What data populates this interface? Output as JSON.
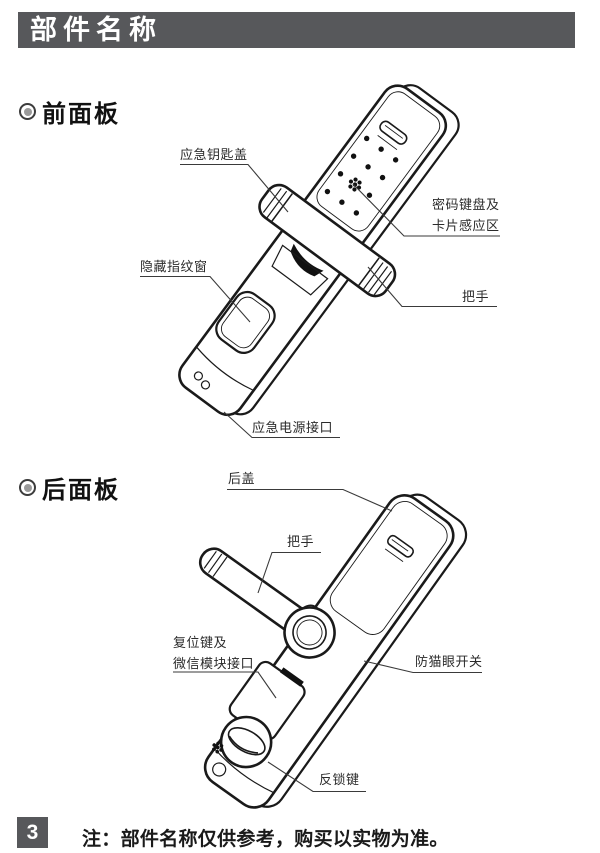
{
  "header": {
    "title": "部件名称"
  },
  "front_section": {
    "heading": "前面板",
    "labels": {
      "emergency_key_cover": "应急钥匙盖",
      "keypad_line1": "密码键盘及",
      "keypad_line2": "卡片感应区",
      "hidden_fingerprint_window": "隐藏指纹窗",
      "handle": "把手",
      "emergency_power_port": "应急电源接口"
    }
  },
  "back_section": {
    "heading": "后面板",
    "labels": {
      "back_cover": "后盖",
      "handle": "把手",
      "reset_line1": "复位键及",
      "reset_line2": "微信模块接口",
      "anti_peephole_switch": "防猫眼开关",
      "anti_lock_button": "反锁键"
    }
  },
  "footer": {
    "page_number": "3",
    "note": "注：部件名称仅供参考，购买以实物为准。"
  },
  "colors": {
    "header_bg": "#57585b",
    "line": "#1a1a1a"
  }
}
